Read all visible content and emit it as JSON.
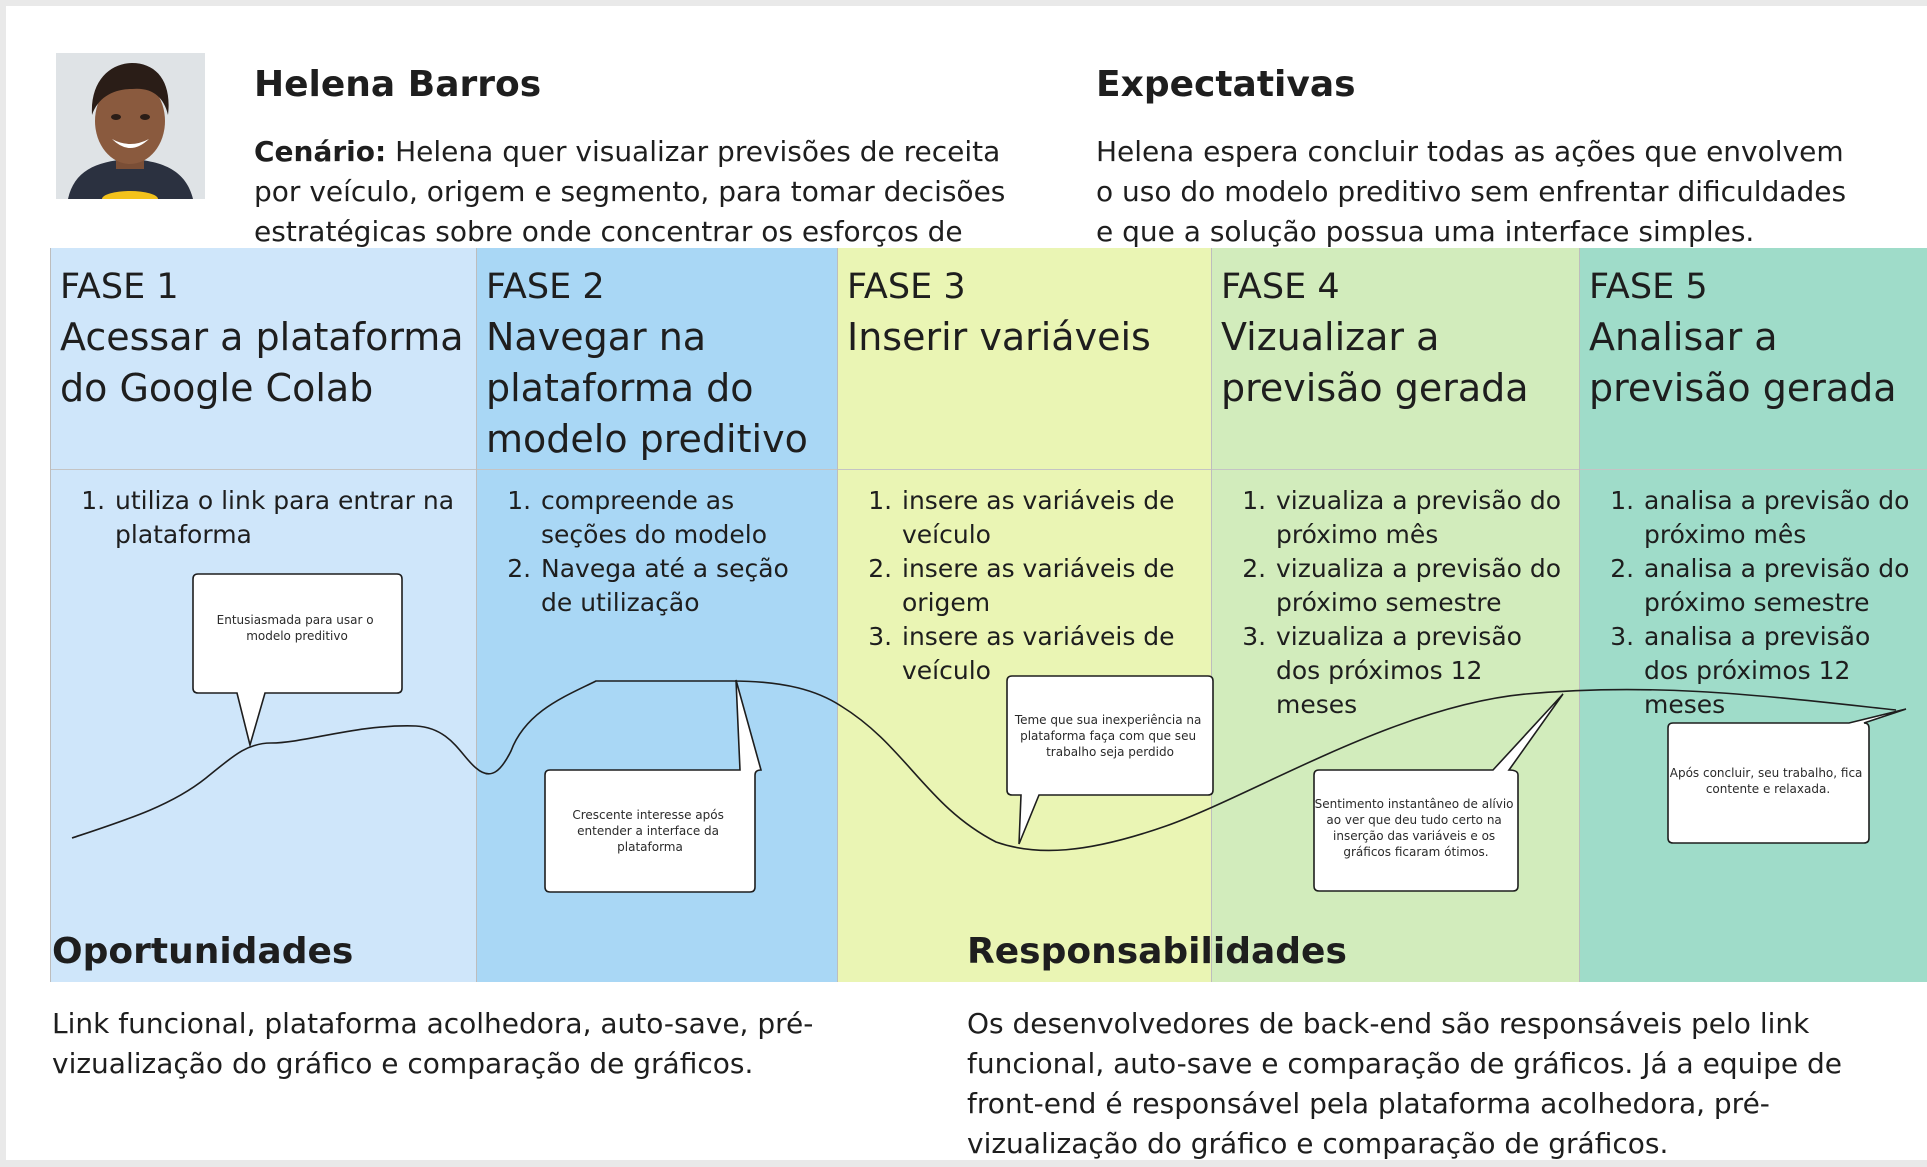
{
  "persona": {
    "name": "Helena Barros",
    "scenario_label": "Cenário:",
    "scenario_text": "Helena quer visualizar previsões de receita por veículo, origem e segmento, para tomar decisões estratégicas sobre onde concentrar os esforços de vendas."
  },
  "expectations": {
    "title": "Expectativas",
    "text": "Helena espera concluir todas as ações que envolvem o uso do modelo preditivo sem enfrentar dificuldades e que a solução possua uma interface simples."
  },
  "phases": [
    {
      "number": "FASE 1",
      "title": "Acessar a plataforma do Google Colab",
      "color": "#cfe6fa",
      "steps": [
        "utiliza o link para entrar na plataforma"
      ]
    },
    {
      "number": "FASE 2",
      "title": "Navegar na plataforma do modelo preditivo",
      "color": "#a9d7f5",
      "steps": [
        "compreende as seções do modelo",
        "Navega até a seção de utilização"
      ]
    },
    {
      "number": "FASE 3",
      "title": "Inserir variáveis",
      "color": "#eaf5b4",
      "steps": [
        "insere as variáveis de veículo",
        "insere as variáveis de origem",
        "insere as variáveis de veículo"
      ]
    },
    {
      "number": "FASE 4",
      "title": "Vizualizar a previsão gerada",
      "color": "#d2ecbc",
      "steps": [
        "vizualiza a previsão do próximo mês",
        "vizualiza a previsão do próximo semestre",
        "vizualiza a previsão dos próximos 12 meses"
      ]
    },
    {
      "number": "FASE 5",
      "title": "Analisar a previsão gerada",
      "color": "#9fdcc9",
      "steps": [
        "analisa a previsão do próximo mês",
        "analisa a previsão do próximo semestre",
        "analisa a previsão dos próximos 12 meses"
      ]
    }
  ],
  "emotions": [
    {
      "lines": [
        "Entusiasmada para usar o",
        "modelo preditivo"
      ]
    },
    {
      "lines": [
        "Crescente interesse após",
        "entender a interface da",
        "plataforma"
      ]
    },
    {
      "lines": [
        "Teme que sua inexperiência na",
        "plataforma faça com que seu",
        "trabalho seja perdido"
      ]
    },
    {
      "lines": [
        "Sentimento instantâneo de alívio",
        "ao ver que deu tudo certo na",
        "inserção das variáveis e os",
        "gráficos ficaram ótimos."
      ]
    },
    {
      "lines": [
        "Após concluir, seu trabalho, fica",
        "contente e relaxada."
      ]
    }
  ],
  "opportunities": {
    "title": "Oportunidades",
    "text": "Link funcional, plataforma acolhedora, auto-save, pré-vizualização do gráfico e comparação de gráficos."
  },
  "responsibilities": {
    "title": "Responsabilidades",
    "text": "Os desenvolvedores de back-end são responsáveis pelo link funcional, auto-save e comparação de gráficos. Já a equipe de front-end é responsável pela plataforma acolhedora, pré-vizualização do gráfico e comparação de gráficos."
  }
}
